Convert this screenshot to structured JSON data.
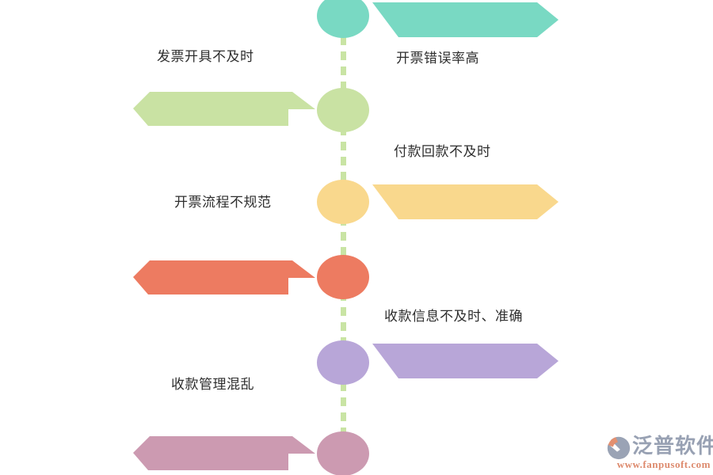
{
  "canvas": {
    "background": "#ffffff",
    "line_color": "#c9e4a4"
  },
  "timeline": {
    "items": [
      {
        "label": "开票错误率高",
        "side": "right",
        "color": "#79d9c3"
      },
      {
        "label": "发票开具不及时",
        "side": "left",
        "color": "#c9e2a3"
      },
      {
        "label": "付款回款不及时",
        "side": "right",
        "color": "#f9d88d"
      },
      {
        "label": "开票流程不规范",
        "side": "left",
        "color": "#ed7b61"
      },
      {
        "label": "收款信息不及时、准确",
        "side": "right",
        "color": "#b8a6d8"
      },
      {
        "label": "收款管理混乱",
        "side": "left",
        "color": "#cc9ab1"
      }
    ]
  },
  "watermark": {
    "brand": "泛普软件",
    "url": "www.fanpusoft.com",
    "brand_color": "#98a1b3",
    "url_color": "#dd8a6d",
    "icon_gray": "#9aa3b5",
    "icon_orange": "#e39070"
  }
}
